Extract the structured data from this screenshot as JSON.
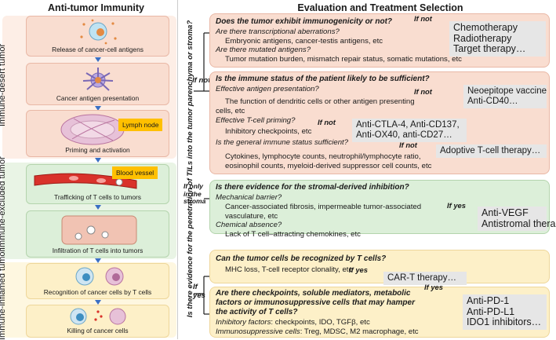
{
  "left": {
    "title": "Anti-tumor Immunity",
    "groups": {
      "desert": "Immune-desert tumor",
      "excluded": "Immune-excluded tumor",
      "inflamed": "Immune-inflamed tumor"
    },
    "steps": [
      "Release of cancer-cell antigens",
      "Cancer antigen presentation",
      "Priming and activation",
      "Trafficking of T cells to tumors",
      "Infiltration of T cells into tumors",
      "Recognition of cancer cells by T cells",
      "Killing of cancer cells"
    ],
    "tags": {
      "lymph": "Lymph node",
      "blood": "Blood vessel"
    }
  },
  "middle": {
    "vertical": "Is there evidence for the penetration of TILs into the tumor parenchyma or stroma?",
    "if_not": "If not",
    "if_only_1": "If only",
    "if_only_2": "in the",
    "if_only_3": "stroma",
    "if_yes": "If yes"
  },
  "right": {
    "title": "Evaluation and Treatment Selection",
    "p1": {
      "q": "Does the tumor exhibit immunogenicity or not?",
      "c": "If not",
      "i1": "Are there transcriptional aberrations?",
      "n1": "Embryonic antigens, cancer-testis antigens, etc",
      "i2": "Are there mutated antigens?",
      "n2": "Tumor mutation burden, mismatch repair status, somatic mutations, etc",
      "res": [
        "Chemotherapy",
        "Radiotherapy",
        "Target therapy…"
      ]
    },
    "p2": {
      "q": "Is the immune status of the patient likely to be sufficient?",
      "i1": "Effective antigen presentation?",
      "c1": "If not",
      "n1a": "The function of dendritic cells or other antigen presenting",
      "n1b": "cells, etc",
      "res1": [
        "Neoepitope vaccine",
        "Anti-CD40…"
      ],
      "i2": "Effective T-cell priming?",
      "c2": "If not",
      "n2": "Inhibitory checkpoints, etc",
      "res2": [
        "Anti-CTLA-4, Anti-CD137,",
        "Anti-OX40, anti-CD27…"
      ],
      "i3": "Is the general immune status sufficient?",
      "c3": "If not",
      "res3": "Adoptive T-cell therapy…",
      "n3a": "Cytokines, lymphocyte counts, neutrophil/lymphocyte ratio,",
      "n3b": "eosinophil counts,  myeloid-derived suppressor cell counts, etc"
    },
    "p3": {
      "q": "Is there evidence for the stromal-derived inhibition?",
      "c": "If yes",
      "i1": "Mechanical barrier?",
      "n1a": "Cancer-associated fibrosis, impermeable tumor-associated",
      "n1b": "vasculature, etc",
      "i2": "Chemical absence?",
      "n2": "Lack of  T cell–attracting chemokines, etc",
      "res": [
        "Anti-VEGF",
        "Antistromal therapy…"
      ]
    },
    "p4": {
      "q": "Can the tumor cells be recognized by T cells?",
      "c": "If yes",
      "n": "MHC loss, T-cell receptor clonality, etc",
      "res": "CAR-T therapy…"
    },
    "p5": {
      "q1": "Are there checkpoints, soluble mediators, metabolic",
      "q2": "factors or immunosuppressive cells that may hamper",
      "q3": "the activity of T cells?",
      "c": "If yes",
      "i1": "Inhibitory factors",
      "n1": ": checkpoints, IDO, TGFβ, etc",
      "i2": "Immunosuppressive cells",
      "n2": ": Treg, MDSC, M2 macrophage, etc",
      "res": [
        "Anti-PD-1",
        "Anti-PD-L1",
        "IDO1 inhibitors…"
      ]
    }
  },
  "colors": {
    "pink": "#f9ddd0",
    "green": "#dcefd9",
    "yellow": "#fdf0c8",
    "accent_arrow": "#3a6fc4",
    "tag": "#ffc000",
    "result_box": "#e6e6e6"
  }
}
